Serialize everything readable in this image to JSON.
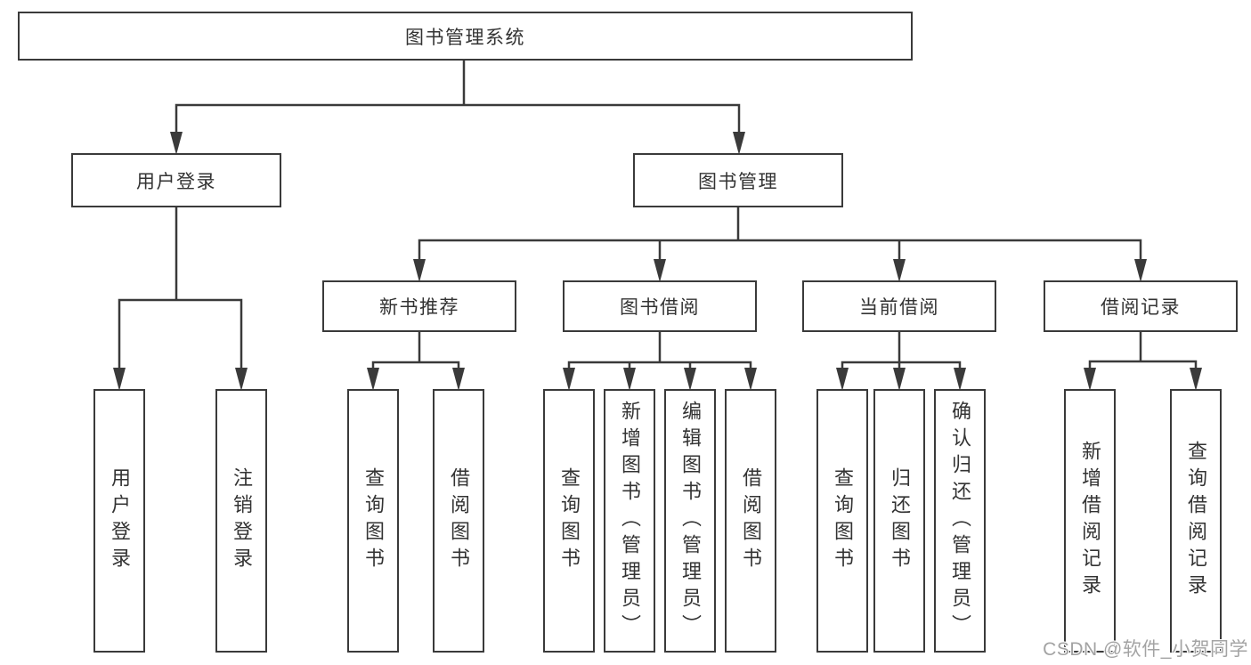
{
  "colors": {
    "line": "#3a3a3a",
    "text": "#333333",
    "background": "#ffffff",
    "watermark": "#a3a3a3"
  },
  "tree": {
    "root": {
      "label": "图书管理系统"
    },
    "level2": [
      {
        "label": "用户登录",
        "leaves": [
          {
            "label": "用户登录"
          },
          {
            "label": "注销登录"
          }
        ]
      },
      {
        "label": "图书管理",
        "level3": [
          {
            "label": "新书推荐",
            "leaves": [
              {
                "label": "查询图书"
              },
              {
                "label": "借阅图书"
              }
            ]
          },
          {
            "label": "图书借阅",
            "leaves": [
              {
                "label": "查询图书"
              },
              {
                "label": "新增图书（管理员）"
              },
              {
                "label": "编辑图书（管理员）"
              },
              {
                "label": "借阅图书"
              }
            ]
          },
          {
            "label": "当前借阅",
            "leaves": [
              {
                "label": "查询图书"
              },
              {
                "label": "归还图书"
              },
              {
                "label": "确认归还（管理员）"
              }
            ]
          },
          {
            "label": "借阅记录",
            "leaves": [
              {
                "label": "新增借阅记录"
              },
              {
                "label": "查询借阅记录"
              }
            ]
          }
        ]
      }
    ]
  },
  "watermark": {
    "text": "CSDN @软件_小贺同学"
  }
}
